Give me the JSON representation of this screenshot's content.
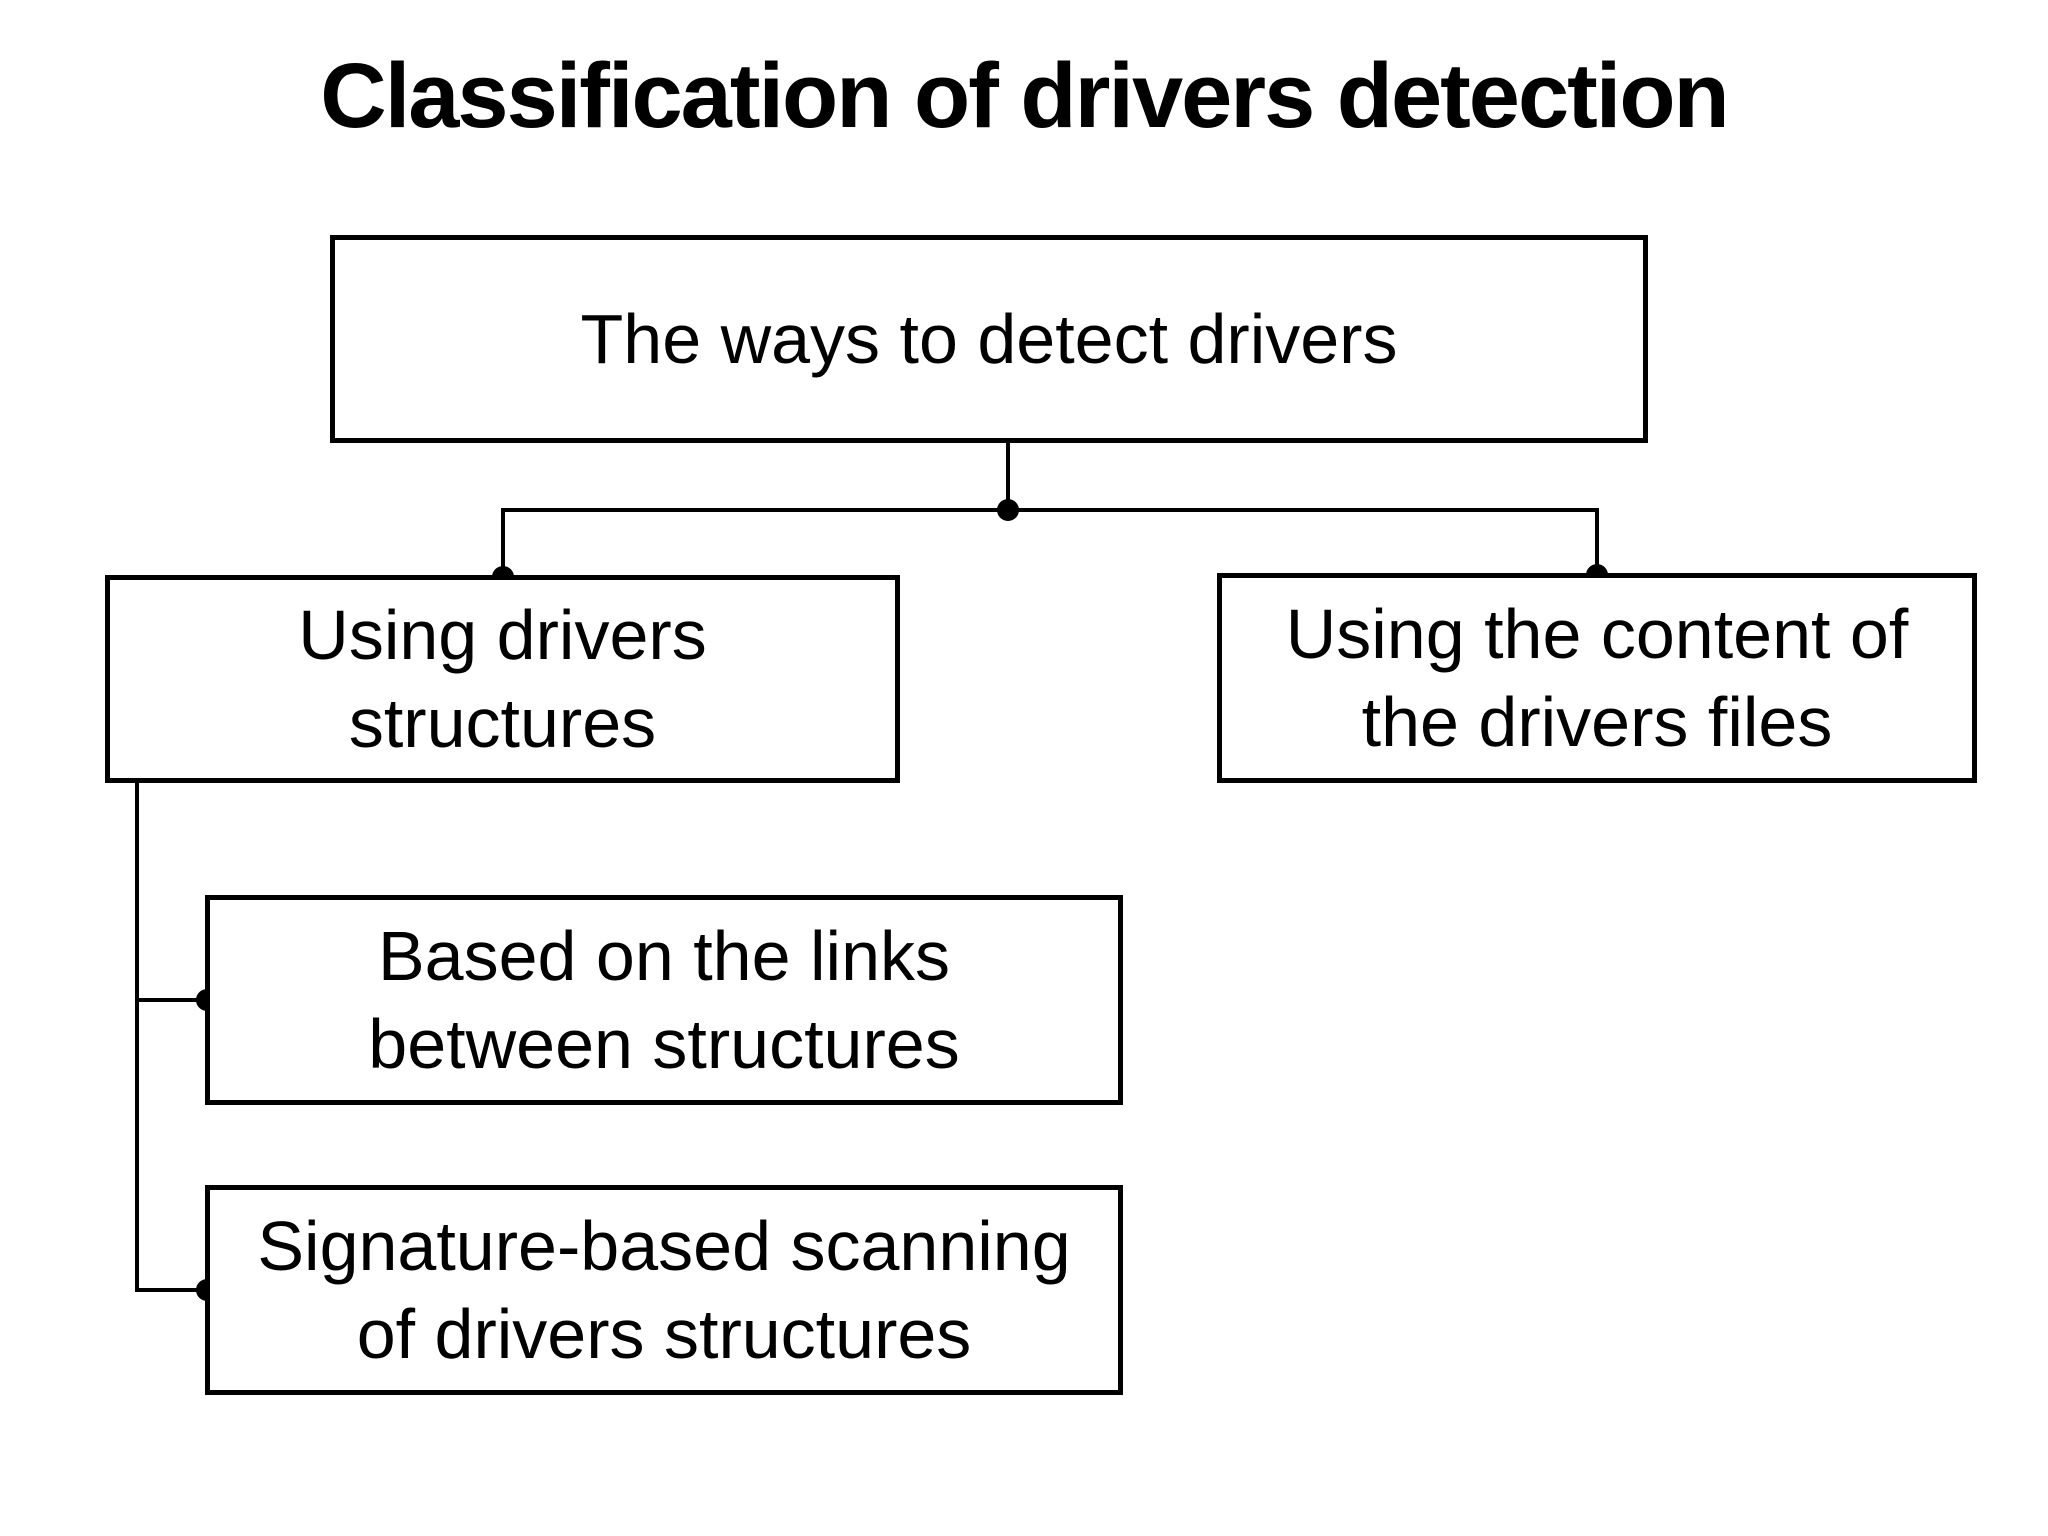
{
  "title": "Classification of drivers detection",
  "colors": {
    "background": "#ffffff",
    "line": "#000000",
    "text": "#000000"
  },
  "nodes": {
    "root": {
      "label": "The ways to detect drivers"
    },
    "using_structures": {
      "label": "Using drivers\nstructures"
    },
    "using_content": {
      "label": "Using the content of\nthe drivers files"
    },
    "links_between": {
      "label": "Based on the links\nbetween structures"
    },
    "signature_scanning": {
      "label": "Signature-based scanning\nof drivers structures"
    }
  },
  "edges": [
    {
      "from": "The ways to detect drivers",
      "to": "Using drivers structures"
    },
    {
      "from": "The ways to detect drivers",
      "to": "Using the content of the drivers files"
    },
    {
      "from": "Using drivers structures",
      "to": "Based on the links between structures"
    },
    {
      "from": "Using drivers structures",
      "to": "Signature-based scanning of drivers structures"
    }
  ]
}
